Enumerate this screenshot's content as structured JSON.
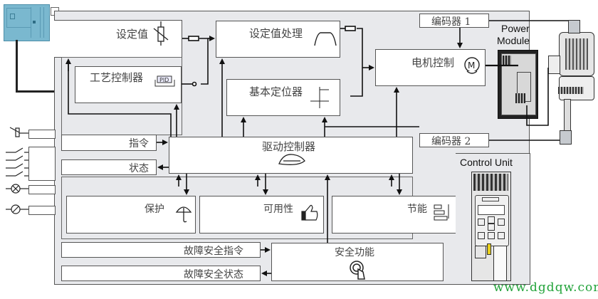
{
  "diagram": {
    "blocks": {
      "setpoint": "设定值",
      "setpoint_processing": "设定值处理",
      "technology_controller": "工艺控制器",
      "basic_positioner": "基本定位器",
      "motor_control": "电机控制",
      "drive_control": "驱动控制器",
      "protection": "保护",
      "availability": "可用性",
      "energy_saving": "节能",
      "safety_functions": "安全功能"
    },
    "signals": {
      "command": "指令",
      "status": "状态",
      "failsafe_command": "故障安全指令",
      "failsafe_status": "故障安全状态",
      "encoder_1": "编码器 1",
      "encoder_2": "编码器 2"
    },
    "hardware": {
      "power_module_line1": "Power",
      "power_module_line2": "Module",
      "control_unit": "Control Unit"
    },
    "icons": {
      "pid_label": "PID",
      "motor_label": "M",
      "energy_classes": [
        "A",
        "B",
        "C"
      ]
    },
    "colors": {
      "frame_fill": "#e8e9ec",
      "plc_blue": "#7ab8cf",
      "watermark_green": "#22a33a",
      "cu_yellow": "#e8cf1a"
    },
    "watermark": "www.dgdqw.com"
  }
}
